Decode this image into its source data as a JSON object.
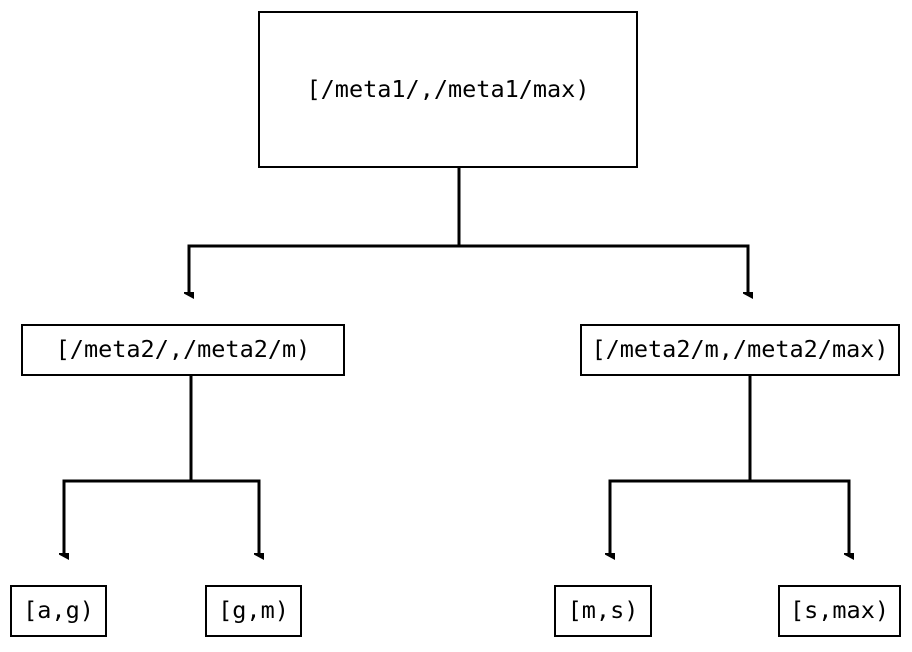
{
  "diagram": {
    "type": "tree",
    "title": "",
    "background_color": "#ffffff",
    "stroke_color": "#000000",
    "text_color": "#000000",
    "nodes": {
      "root": {
        "label": "[/meta1/,/meta1/max)"
      },
      "mid_left": {
        "label": "[/meta2/,/meta2/m)"
      },
      "mid_right": {
        "label": "[/meta2/m,/meta2/max)"
      },
      "leaf_1": {
        "label": "[a,g)"
      },
      "leaf_2": {
        "label": "[g,m)"
      },
      "leaf_3": {
        "label": "[m,s)"
      },
      "leaf_4": {
        "label": "[s,max)"
      }
    },
    "edges": [
      {
        "from": "root",
        "to": "mid_left"
      },
      {
        "from": "root",
        "to": "mid_right"
      },
      {
        "from": "mid_left",
        "to": "leaf_1"
      },
      {
        "from": "mid_left",
        "to": "leaf_2"
      },
      {
        "from": "mid_right",
        "to": "leaf_3"
      },
      {
        "from": "mid_right",
        "to": "leaf_4"
      }
    ]
  }
}
